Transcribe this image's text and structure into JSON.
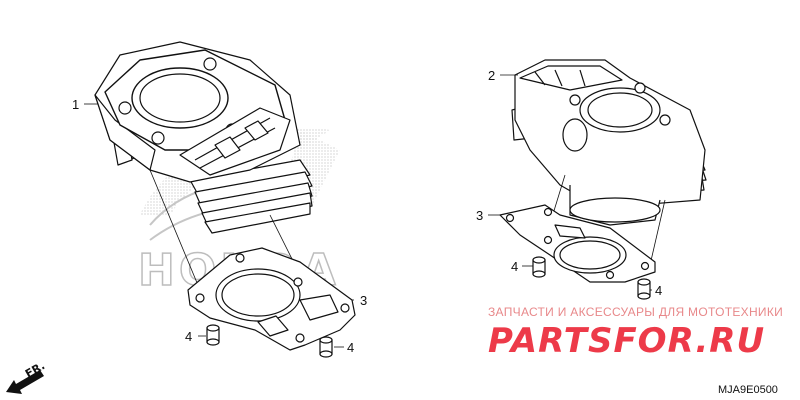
{
  "callouts": {
    "left_cylinder": "1",
    "right_cylinder": "2",
    "left_gasket": "3",
    "right_gasket": "3",
    "left_dowel": "4",
    "left_dowel_2": "4",
    "right_dowel": "4",
    "right_dowel_2": "4"
  },
  "direction_label": "FR.",
  "diagram_code": "MJA9E0500",
  "watermark": {
    "top_line": "ЗАПЧАСТИ И АКСЕССУАРЫ ДЛЯ МОТОТЕХНИКИ",
    "brand_big": "PARTSFOR.RU",
    "background_brand": "HONDA"
  },
  "colors": {
    "line": "#111111",
    "watermark_red": "#ed3a49",
    "watermark_light": "#e8888a",
    "background_logo": "#bdbdbd"
  }
}
